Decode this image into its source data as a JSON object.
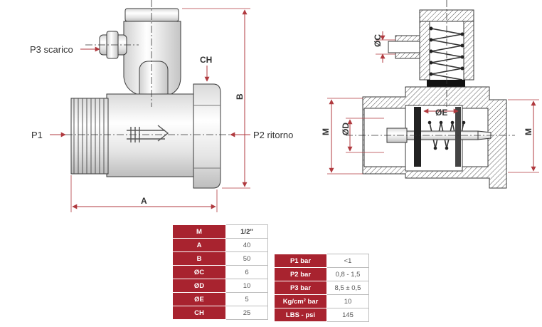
{
  "labels": {
    "p3": "P3 scarico",
    "ch": "CH",
    "p1": "P1",
    "p2": "P2 ritorno",
    "a": "A",
    "b": "B",
    "m_left": "M",
    "m_right": "M",
    "dc": "ØC",
    "dd": "ØD",
    "de": "ØE"
  },
  "dimension_table": {
    "rows": [
      {
        "label": "M",
        "value": "1/2\""
      },
      {
        "label": "A",
        "value": "40"
      },
      {
        "label": "B",
        "value": "50"
      },
      {
        "label": "ØC",
        "value": "6"
      },
      {
        "label": "ØD",
        "value": "10"
      },
      {
        "label": "ØE",
        "value": "5"
      },
      {
        "label": "CH",
        "value": "25"
      }
    ]
  },
  "pressure_table": {
    "rows": [
      {
        "label": "P1 bar",
        "value": "<1"
      },
      {
        "label": "P2 bar",
        "value": "0,8 - 1,5"
      },
      {
        "label": "P3 bar",
        "value": "8,5 ± 0,5"
      },
      {
        "label": "Kg/cm² bar",
        "value": "10"
      },
      {
        "label": "LBS - psi",
        "value": "145"
      }
    ]
  },
  "colors": {
    "header_red": "#a8232f",
    "dim_line": "#b03a3f",
    "outline": "#3a3a3a"
  }
}
